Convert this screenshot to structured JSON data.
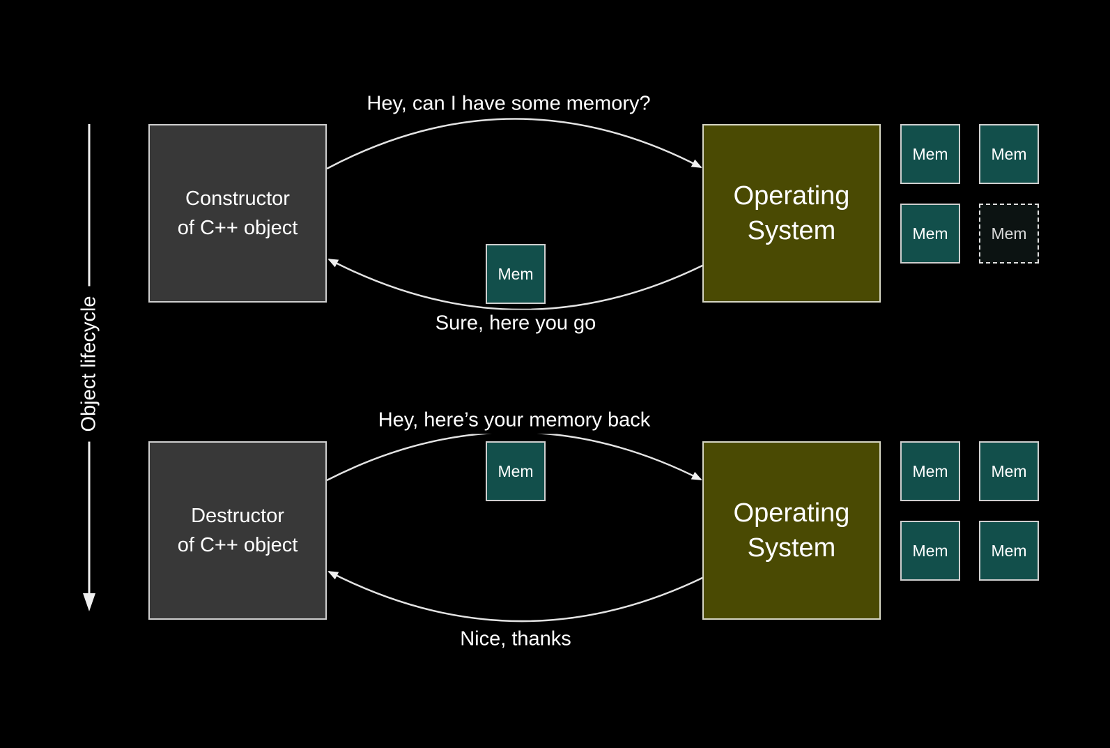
{
  "colors": {
    "background": "#000000",
    "object_box_fill": "#383838",
    "os_box_fill": "#4a4a03",
    "mem_box_fill": "#124f4b",
    "freed_mem_box_fill": "#0c1312",
    "border_light": "#cfcfcf",
    "arrow": "#e3e3e3",
    "text": "#ffffff"
  },
  "lifecycle_axis": {
    "label": "Object lifecycle"
  },
  "top_section": {
    "left_box": {
      "line1": "Constructor",
      "line2": "of C++ object"
    },
    "right_box": {
      "line1": "Operating",
      "line2": "System"
    },
    "request_label": "Hey, can I have some memory?",
    "response_label": "Sure, here you go",
    "transfer_mem_label": "Mem",
    "mem_grid": [
      {
        "label": "Mem",
        "style": "solid"
      },
      {
        "label": "Mem",
        "style": "solid"
      },
      {
        "label": "Mem",
        "style": "solid"
      },
      {
        "label": "Mem",
        "style": "dashed"
      }
    ]
  },
  "bottom_section": {
    "left_box": {
      "line1": "Destructor",
      "line2": "of C++ object"
    },
    "right_box": {
      "line1": "Operating",
      "line2": "System"
    },
    "request_label": "Hey, here’s your memory back",
    "response_label": "Nice, thanks",
    "transfer_mem_label": "Mem",
    "mem_grid": [
      {
        "label": "Mem",
        "style": "solid"
      },
      {
        "label": "Mem",
        "style": "solid"
      },
      {
        "label": "Mem",
        "style": "solid"
      },
      {
        "label": "Mem",
        "style": "solid"
      }
    ]
  }
}
